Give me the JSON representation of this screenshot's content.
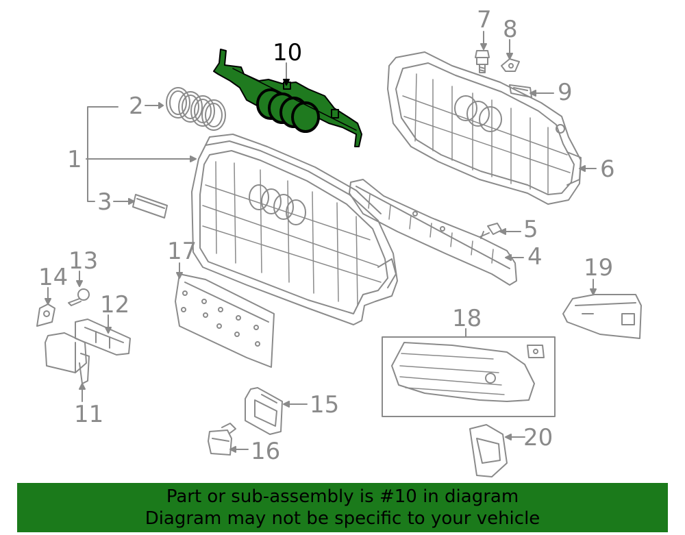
{
  "callouts": {
    "c1": "1",
    "c2": "2",
    "c3": "3",
    "c4": "4",
    "c5": "5",
    "c6": "6",
    "c7": "7",
    "c8": "8",
    "c9": "9",
    "c10": "10",
    "c11": "11",
    "c12": "12",
    "c13": "13",
    "c14": "14",
    "c15": "15",
    "c16": "16",
    "c17": "17",
    "c18": "18",
    "c19": "19",
    "c20": "20"
  },
  "banner": {
    "line1": "Part or sub-assembly is #10 in diagram",
    "line2": "Diagram may not be specific to your vehicle"
  },
  "colors": {
    "line": "#8a8a8a",
    "highlight_fill": "#1f7a1f",
    "banner_bg": "#1b7a1b",
    "text": "#000000"
  }
}
